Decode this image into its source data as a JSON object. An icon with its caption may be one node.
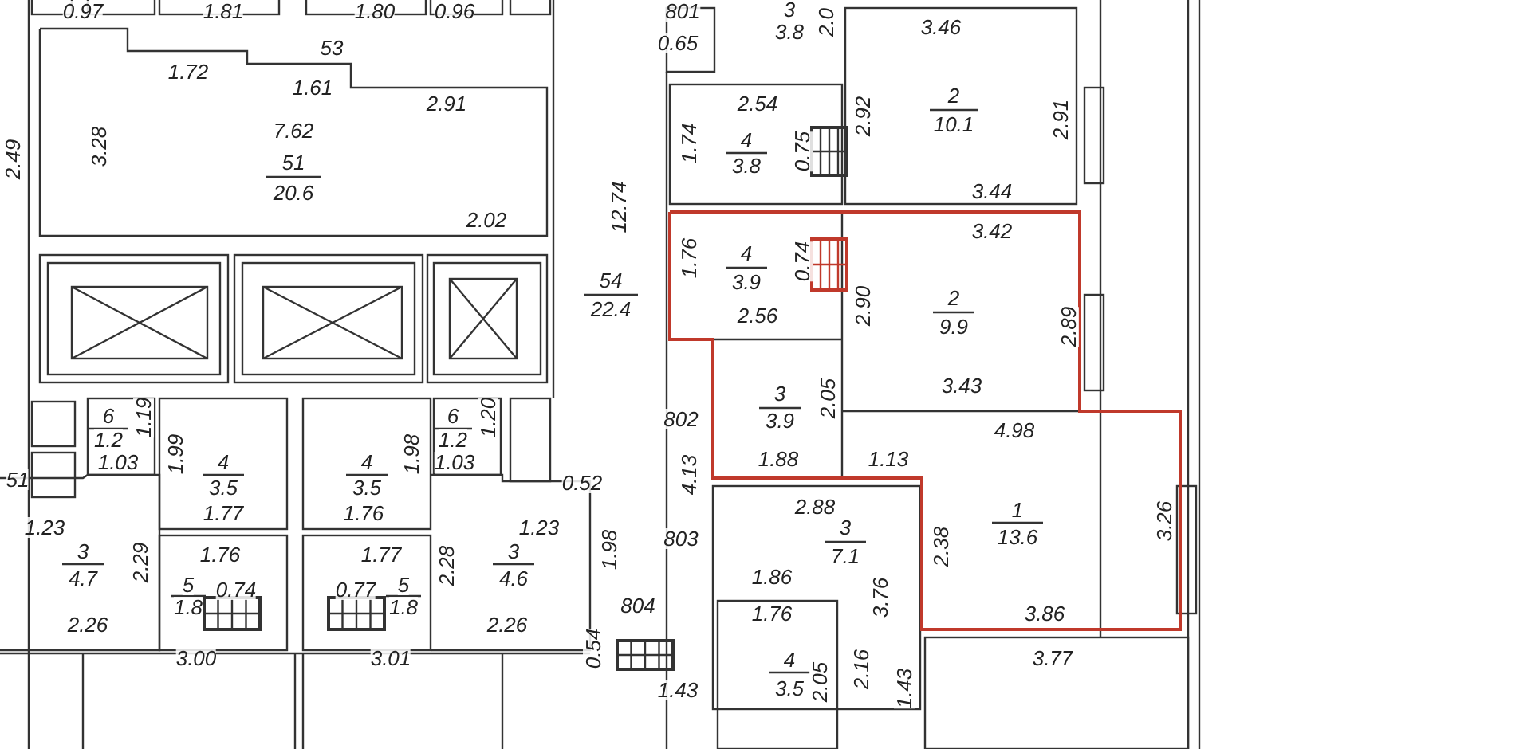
{
  "diagram": {
    "labels": [
      "0.97",
      "1.81",
      "1.80",
      "0.96",
      "801",
      "3",
      "3.8",
      "2.0",
      "53",
      "1.72",
      "1.61",
      "2.91",
      "0.65",
      "3.46",
      "2.49",
      "3.28",
      "7.62",
      "51",
      "20.6",
      "2.54",
      "1.74",
      "4",
      "3.8",
      "0.75",
      "2.92",
      "2",
      "10.1",
      "2.91",
      "3.44",
      "12.74",
      "2.02",
      "3.42",
      "1.76",
      "4",
      "3.9",
      "0.74",
      "54",
      "22.4",
      "2.56",
      "2.90",
      "2",
      "9.9",
      "2.89",
      "3.43",
      "3",
      "3.9",
      "2.05",
      "802",
      "4.98",
      "6",
      "1.2",
      "1.19",
      "1.03",
      "1.99",
      "4",
      "3.5",
      "1.77",
      "4",
      "3.5",
      "1.98",
      "1.76",
      "6",
      "1.2",
      "1.20",
      "1.03",
      "51",
      "0.52",
      "1.88",
      "1.13",
      "4.13",
      "2.88",
      "1",
      "13.6",
      "3.26",
      "803",
      "1.23",
      "3",
      "4.7",
      "2.29",
      "1.76",
      "5",
      "0.74",
      "1.8",
      "1.77",
      "0.77",
      "5",
      "1.8",
      "2.28",
      "1.23",
      "3",
      "4.6",
      "1.98",
      "804",
      "3",
      "7.1",
      "2.38",
      "1.86",
      "1.76",
      "3.76",
      "3.86",
      "2.26",
      "2.26",
      "0.54",
      "3.00",
      "3.01",
      "4",
      "3.77",
      "1.43",
      "3.5",
      "2.05",
      "2.16",
      "1.43"
    ]
  }
}
